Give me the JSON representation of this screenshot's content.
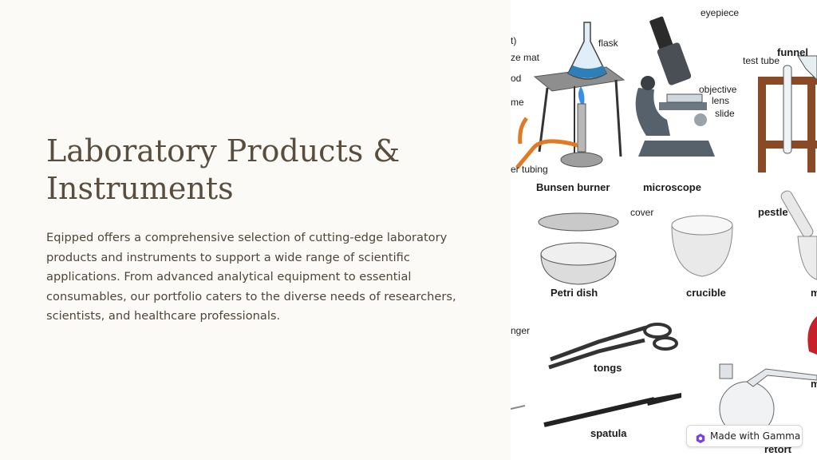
{
  "slide": {
    "title": "Laboratory Products & Instruments",
    "description": "Eqipped offers a comprehensive selection of cutting-edge laboratory products and instruments to support a wide range of scientific applications. From advanced analytical equipment to essential consumables, our portfolio caters to the diverse needs of researchers, scientists, and healthcare professionals."
  },
  "illustration": {
    "labels": {
      "gauze_partial": "t)",
      "gauze_mat": "ze mat",
      "rod_partial": "od",
      "flame_partial": "me",
      "tubing": "er tubing",
      "flask": "flask",
      "bunsen_burner": "Bunsen burner",
      "eyepiece": "eyepiece",
      "objective_lens_1": "objective",
      "objective_lens_2": "lens",
      "slide": "slide",
      "microscope": "microscope",
      "funnel": "funnel",
      "test_tube": "test tube",
      "cover": "cover",
      "petri_dish": "Petri dish",
      "crucible": "crucible",
      "pestle": "pestle",
      "mortar_partial": "m",
      "hanger_partial": "nger",
      "tongs": "tongs",
      "magnet_partial": "m",
      "spatula": "spatula",
      "retort": "retort"
    }
  },
  "badge": {
    "label": "Made with Gamma",
    "icon": "gamma-logo-icon"
  },
  "colors": {
    "background": "#fbfaf6",
    "title": "#584d3e",
    "body": "#4d4639",
    "badge_icon": "#7b3fe4"
  }
}
